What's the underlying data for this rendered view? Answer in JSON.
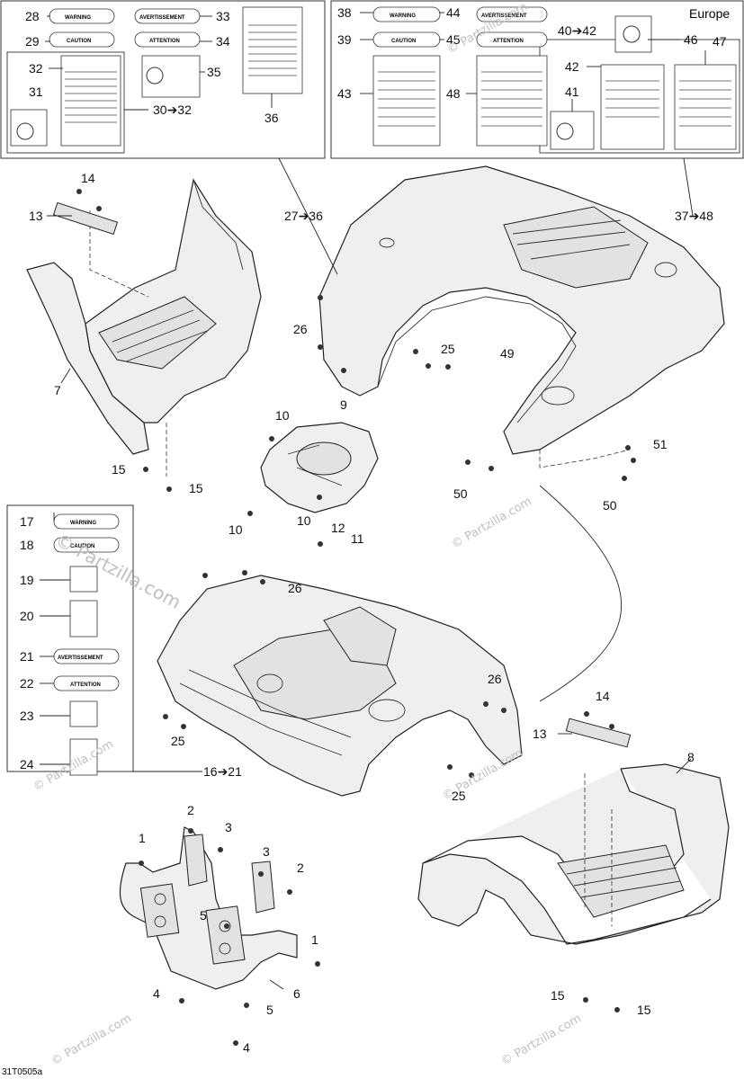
{
  "region_label": "Europe",
  "figure_code": "31T0505a",
  "watermark": "© Partzilla.com",
  "callouts": [
    "28",
    "29",
    "30➔32",
    "31",
    "32",
    "33",
    "34",
    "35",
    "36",
    "38",
    "39",
    "40➔42",
    "41",
    "42",
    "43",
    "44",
    "45",
    "46",
    "47",
    "48",
    "27➔36",
    "37➔48",
    "14",
    "13",
    "7",
    "15",
    "15",
    "26",
    "25",
    "49",
    "9",
    "10",
    "10",
    "10",
    "11",
    "12",
    "50",
    "50",
    "51",
    "17",
    "18",
    "19",
    "20",
    "21",
    "22",
    "23",
    "24",
    "26",
    "25",
    "25",
    "26",
    "16➔21",
    "14",
    "13",
    "8",
    "2",
    "3",
    "1",
    "3",
    "2",
    "5",
    "1",
    "4",
    "5",
    "6",
    "4",
    "15",
    "15"
  ],
  "decal_text": {
    "warning": "WARNING",
    "caution": "CAUTION",
    "attention": "ATTENTION",
    "avertissement": "AVERTISSEMENT"
  }
}
